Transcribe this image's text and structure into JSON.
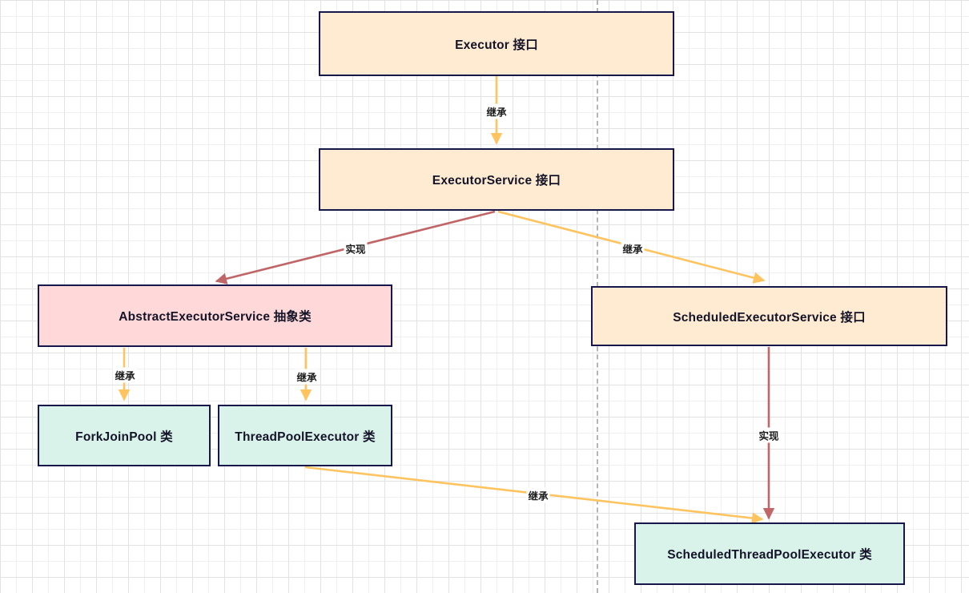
{
  "diagram": {
    "nodes": {
      "executor": {
        "label": "Executor 接口"
      },
      "executor_service": {
        "label": "ExecutorService 接口"
      },
      "abstract_executor_service": {
        "label": "AbstractExecutorService 抽象类"
      },
      "scheduled_executor_service": {
        "label": "ScheduledExecutorService 接口"
      },
      "fork_join_pool": {
        "label": "ForkJoinPool 类"
      },
      "thread_pool_executor": {
        "label": "ThreadPoolExecutor 类"
      },
      "scheduled_thread_pool_executor": {
        "label": "ScheduledThreadPoolExecutor 类"
      }
    },
    "edges": [
      {
        "from": "executor",
        "to": "executor_service",
        "label": "继承",
        "color": "#ffc45f"
      },
      {
        "from": "executor_service",
        "to": "abstract_executor_service",
        "label": "实现",
        "color": "#c16668"
      },
      {
        "from": "executor_service",
        "to": "scheduled_executor_service",
        "label": "继承",
        "color": "#ffc45f"
      },
      {
        "from": "abstract_executor_service",
        "to": "fork_join_pool",
        "label": "继承",
        "color": "#ffc45f"
      },
      {
        "from": "abstract_executor_service",
        "to": "thread_pool_executor",
        "label": "继承",
        "color": "#ffc45f"
      },
      {
        "from": "thread_pool_executor",
        "to": "scheduled_thread_pool_executor",
        "label": "继承",
        "color": "#ffc45f"
      },
      {
        "from": "scheduled_executor_service",
        "to": "scheduled_thread_pool_executor",
        "label": "实现",
        "color": "#c16668"
      }
    ],
    "colors": {
      "interface_fill": "#ffebd2",
      "abstract_fill": "#ffd9d9",
      "class_fill": "#d9f2ea",
      "node_border": "#17174b",
      "inherit_arrow": "#ffc45f",
      "implement_arrow": "#c16668",
      "grid_minor": "#f0f0f0",
      "grid_major": "#e2e2e2",
      "page_boundary": "#b5b5b5"
    }
  }
}
